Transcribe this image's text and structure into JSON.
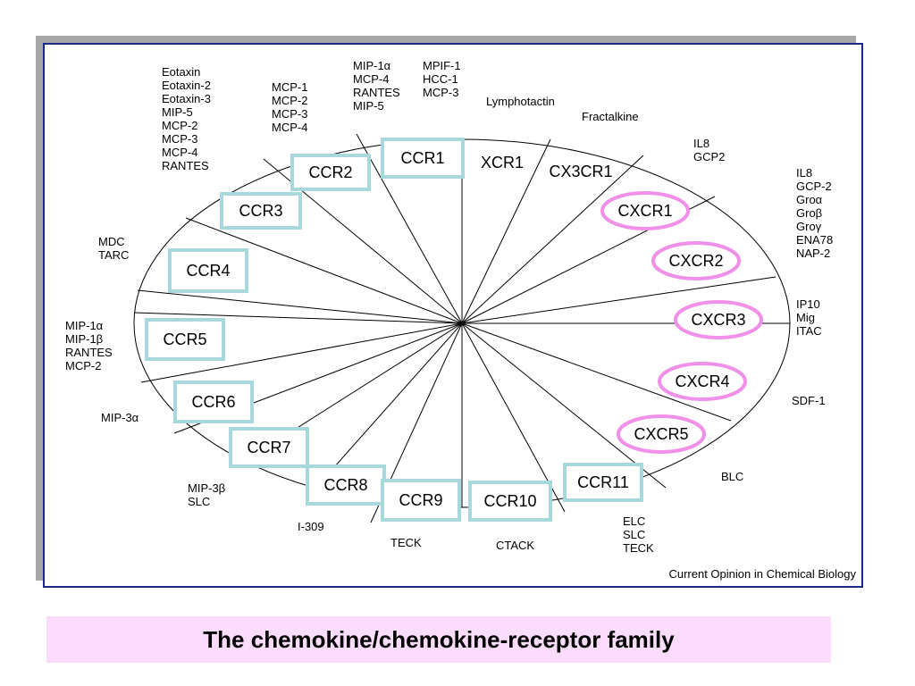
{
  "caption": "The chemokine/chemokine-receptor family",
  "source_credit": "Current Opinion in Chemical Biology",
  "colors": {
    "cc_box": "#a8d8dc",
    "cxc_ellipse": "#f090e8",
    "frame_border": "#1a2a8c",
    "caption_bg": "#fcdcfc",
    "shadow": "#a8a8a8"
  },
  "receptors": [
    {
      "id": "ccr1",
      "label": "CCR1",
      "family": "CC"
    },
    {
      "id": "ccr2",
      "label": "CCR2",
      "family": "CC"
    },
    {
      "id": "ccr3",
      "label": "CCR3",
      "family": "CC"
    },
    {
      "id": "ccr4",
      "label": "CCR4",
      "family": "CC"
    },
    {
      "id": "ccr5",
      "label": "CCR5",
      "family": "CC"
    },
    {
      "id": "ccr6",
      "label": "CCR6",
      "family": "CC"
    },
    {
      "id": "ccr7",
      "label": "CCR7",
      "family": "CC"
    },
    {
      "id": "ccr8",
      "label": "CCR8",
      "family": "CC"
    },
    {
      "id": "ccr9",
      "label": "CCR9",
      "family": "CC"
    },
    {
      "id": "ccr10",
      "label": "CCR10",
      "family": "CC"
    },
    {
      "id": "ccr11",
      "label": "CCR11",
      "family": "CC"
    },
    {
      "id": "xcr1",
      "label": "XCR1",
      "family": "C"
    },
    {
      "id": "cx3cr1",
      "label": "CX3CR1",
      "family": "CX3C"
    },
    {
      "id": "cxcr1",
      "label": "CXCR1",
      "family": "CXC"
    },
    {
      "id": "cxcr2",
      "label": "CXCR2",
      "family": "CXC"
    },
    {
      "id": "cxcr3",
      "label": "CXCR3",
      "family": "CXC"
    },
    {
      "id": "cxcr4",
      "label": "CXCR4",
      "family": "CXC"
    },
    {
      "id": "cxcr5",
      "label": "CXCR5",
      "family": "CXC"
    }
  ],
  "ligand_groups": [
    {
      "id": "ccr3-ligands",
      "lines": [
        "Eotaxin",
        "Eotaxin-2",
        "Eotaxin-3",
        "MIP-5",
        "MCP-2",
        "MCP-3",
        "MCP-4",
        "RANTES"
      ]
    },
    {
      "id": "ccr2-ligands",
      "lines": [
        "MCP-1",
        "MCP-2",
        "MCP-3",
        "MCP-4"
      ]
    },
    {
      "id": "ccr1-ligands-a",
      "lines": [
        "MIP-1α",
        "MCP-4",
        "RANTES",
        "MIP-5"
      ]
    },
    {
      "id": "ccr1-ligands-b",
      "lines": [
        "MPIF-1",
        "HCC-1",
        "MCP-3"
      ]
    },
    {
      "id": "xcr1-ligands",
      "lines": [
        "Lymphotactin"
      ]
    },
    {
      "id": "cx3cr1-ligands",
      "lines": [
        "Fractalkine"
      ]
    },
    {
      "id": "cxcr1-ligands",
      "lines": [
        "IL8",
        "GCP2"
      ]
    },
    {
      "id": "cxcr2-ligands",
      "lines": [
        "IL8",
        "GCP-2",
        "Groα",
        "Groβ",
        "Groγ",
        "ENA78",
        "NAP-2"
      ]
    },
    {
      "id": "cxcr3-ligands",
      "lines": [
        "IP10",
        "Mig",
        "ITAC"
      ]
    },
    {
      "id": "cxcr4-ligands",
      "lines": [
        "SDF-1"
      ]
    },
    {
      "id": "cxcr5-ligands",
      "lines": [
        "BLC"
      ]
    },
    {
      "id": "ccr11-ligands",
      "lines": [
        "ELC",
        "SLC",
        "TECK"
      ]
    },
    {
      "id": "ccr10-ligands",
      "lines": [
        "CTACK"
      ]
    },
    {
      "id": "ccr9-ligands",
      "lines": [
        "TECK"
      ]
    },
    {
      "id": "ccr8-ligands",
      "lines": [
        "I-309"
      ]
    },
    {
      "id": "ccr7-ligands",
      "lines": [
        "MIP-3β",
        "SLC"
      ]
    },
    {
      "id": "ccr6-ligands",
      "lines": [
        "MIP-3α"
      ]
    },
    {
      "id": "ccr5-ligands",
      "lines": [
        "MIP-1α",
        "MIP-1β",
        "RANTES",
        "MCP-2"
      ]
    },
    {
      "id": "ccr4-ligands",
      "lines": [
        "MDC",
        "TARC"
      ]
    }
  ]
}
